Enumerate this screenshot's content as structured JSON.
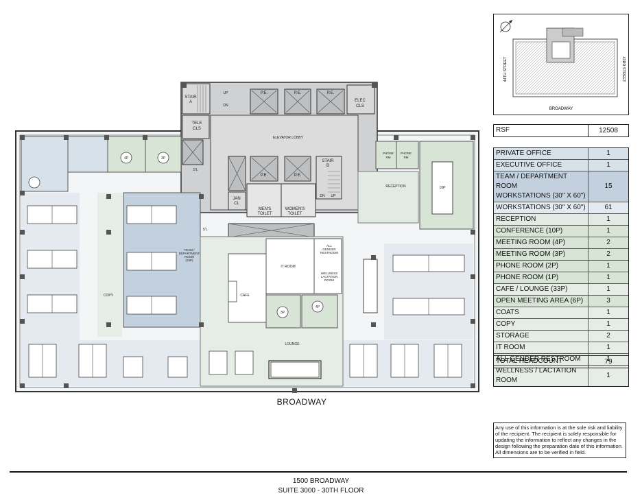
{
  "plan": {
    "street_bottom": "BROADWAY",
    "labels": {
      "stair_a": [
        "STAIR",
        "A"
      ],
      "stair_b": [
        "STAIR",
        "B"
      ],
      "tele_cls": [
        "TELE",
        "CLS"
      ],
      "elec_cls": [
        "ELEC",
        "CLS"
      ],
      "pe": "P.E.",
      "elevator_lobby": "ELEVATOR LOBBY",
      "jan_cl": [
        "JAN",
        "CL"
      ],
      "mens_toilet": [
        "MEN'S",
        "TOILET"
      ],
      "womens_toilet": [
        "WOMEN'S",
        "TOILET"
      ],
      "all_gender": [
        "ALL",
        "GENDER",
        "RESTROOM"
      ],
      "wellness": [
        "WELLNESS",
        "LACTATION",
        "ROOM"
      ],
      "reception": "RECEPTION",
      "phone_rm": [
        "PHONE",
        "RM"
      ],
      "team_room": [
        "TEAM /",
        "DEPARTMENT",
        "ROOM",
        "(15P)"
      ],
      "it_room": "IT ROOM",
      "cafe": "CAFE",
      "lounge": "LOUNGE",
      "copy": "COPY",
      "meet_4p": "4P",
      "meet_3p": "3P",
      "conf_10p": "10P",
      "sl": "S'L",
      "up": "UP",
      "dn": "DN"
    }
  },
  "keyplan": {
    "street_left": "44TH STREET",
    "street_right": "43RD STREET",
    "street_bottom": "BROADWAY"
  },
  "rsf": {
    "label": "RSF",
    "value": "12508"
  },
  "legend": [
    {
      "name": "PRIVATE OFFICE",
      "count": "1",
      "color": "#d7e1ea"
    },
    {
      "name": "EXECUTIVE OFFICE",
      "count": "1",
      "color": "#d7e1ea"
    },
    {
      "name": "TEAM / DEPARTMENT ROOM WORKSTATIONS (30\" X 60\")",
      "name_lines": [
        "TEAM / DEPARTMENT ROOM",
        "WORKSTATIONS (30\" X 60\")"
      ],
      "count": "15",
      "color": "#c3d1de"
    },
    {
      "name": "WORKSTATIONS (30\" X 60\")",
      "count": "61",
      "color": "#e4eaf0"
    },
    {
      "name": "RECEPTION",
      "count": "1",
      "color": "#e2ebe3"
    },
    {
      "name": "CONFERENCE (10P)",
      "count": "1",
      "color": "#d7e4d6"
    },
    {
      "name": "MEETING ROOM (4P)",
      "count": "2",
      "color": "#d7e4d6"
    },
    {
      "name": "MEETING ROOM (3P)",
      "count": "2",
      "color": "#d7e4d6"
    },
    {
      "name": "PHONE ROOM (2P)",
      "count": "1",
      "color": "#d7e4d6"
    },
    {
      "name": "PHONE ROOM (1P)",
      "count": "1",
      "color": "#d7e4d6"
    },
    {
      "name": "CAFE / LOUNGE (33P)",
      "count": "1",
      "color": "#e6ede6"
    },
    {
      "name": "OPEN MEETING AREA (6P)",
      "count": "3",
      "color": "#d7e4d6"
    },
    {
      "name": "COATS",
      "count": "1",
      "color": "#e6ede6"
    },
    {
      "name": "COPY",
      "count": "1",
      "color": "#e6ede6"
    },
    {
      "name": "STORAGE",
      "count": "2",
      "color": "#e6ede6"
    },
    {
      "name": "IT ROOM",
      "count": "1",
      "color": "#e6ede6"
    },
    {
      "name": "ALL GENDER RESTROOM",
      "count": "1",
      "color": "#e6ede6"
    },
    {
      "name": "WELLNESS / LACTATION ROOM",
      "count": "1",
      "color": "#e6ede6"
    }
  ],
  "total": {
    "label": "TOTAL HEADCOUNT",
    "value": "79"
  },
  "disclaimer": "Any use of this information is at the sole risk and liability of the recipient.  The recipient is solely responsible for updating the information to reflect any changes in the design following the preparation date of this information. All dimensions are to be verified in field.",
  "footer": {
    "line1": "1500 BROADWAY",
    "line2": "SUITE 3000 - 30TH FLOOR"
  }
}
